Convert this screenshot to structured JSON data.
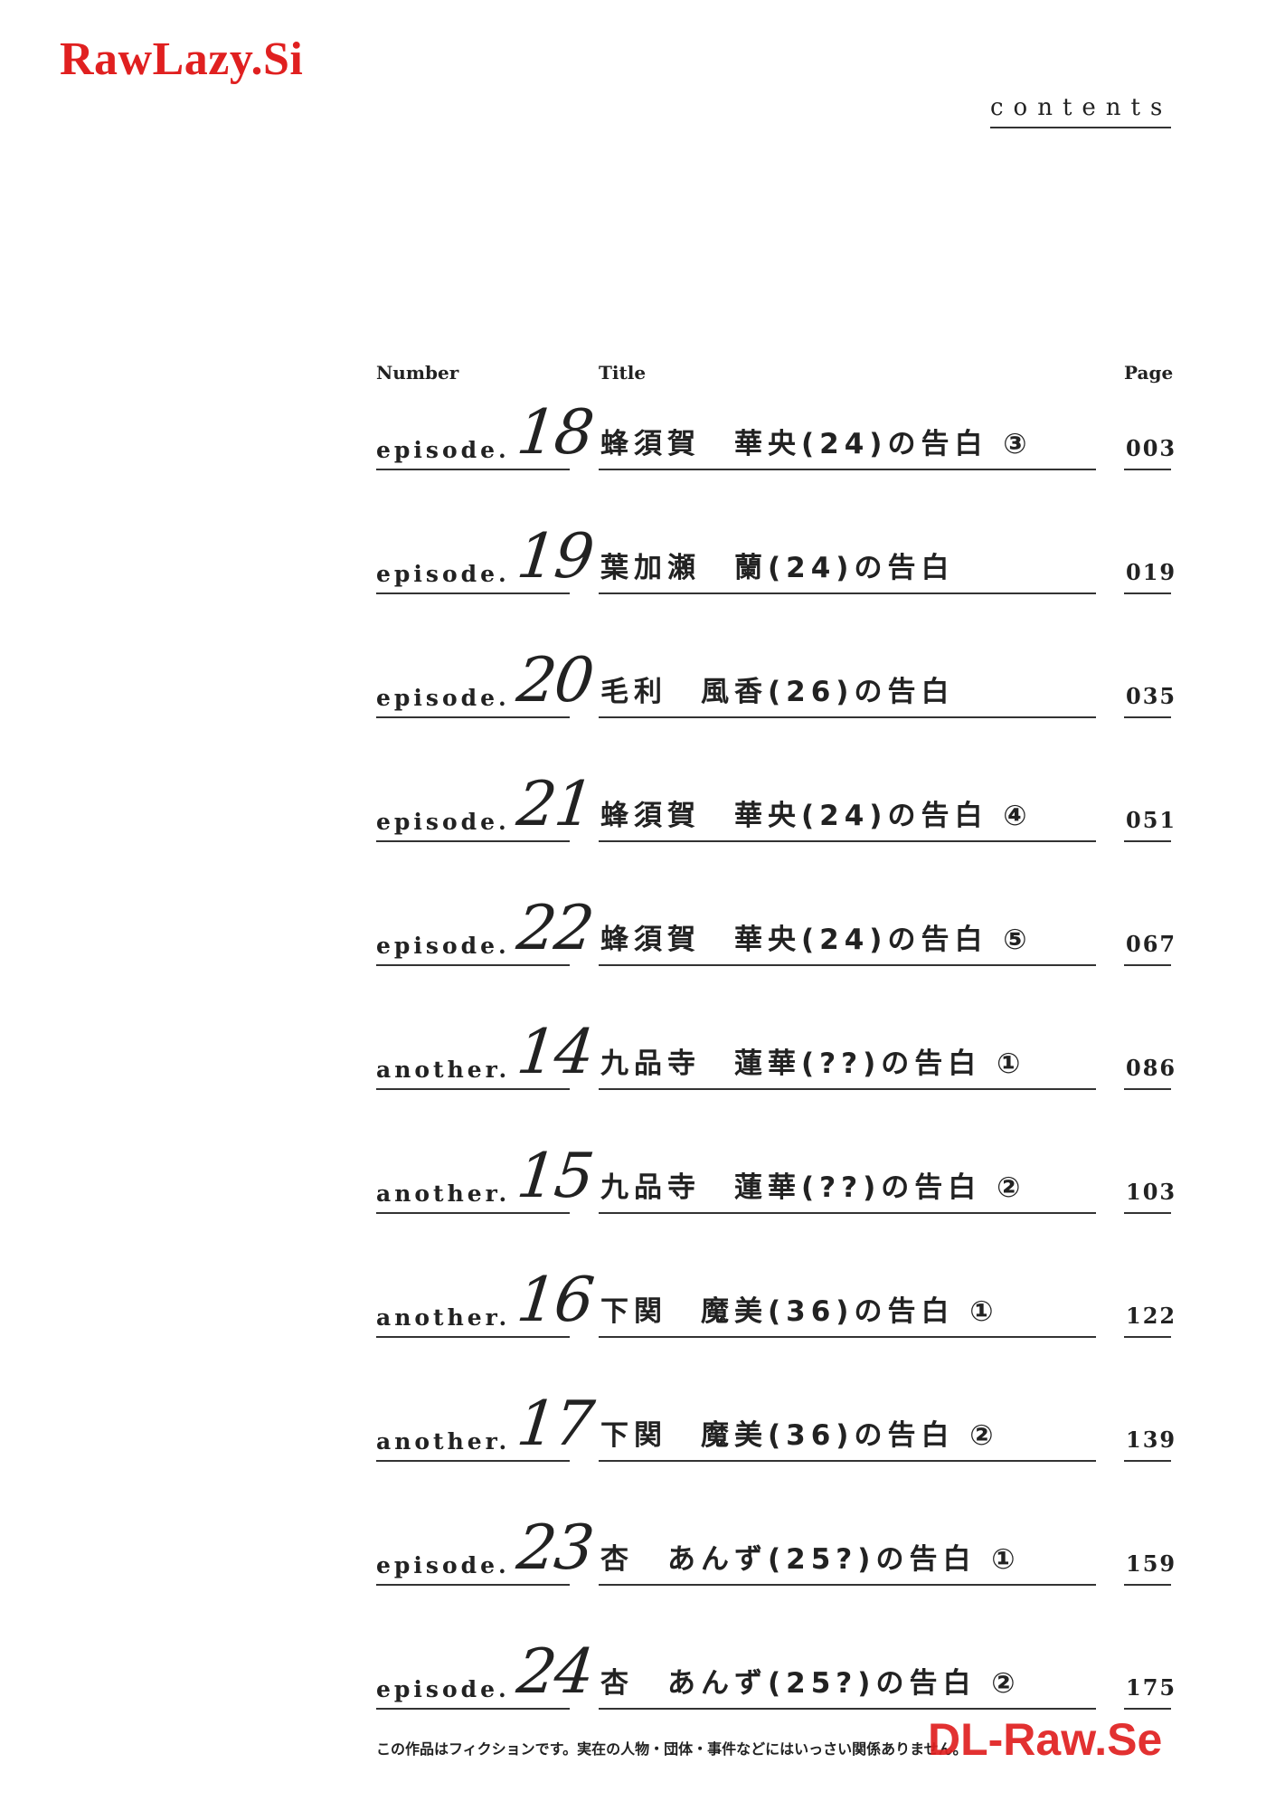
{
  "watermark_top": "RawLazy.Si",
  "watermark_bottom": "DL-Raw.Se",
  "contents_label": "contents",
  "headers": {
    "number": "Number",
    "title": "Title",
    "page": "Page"
  },
  "entries": [
    {
      "label": "episode.",
      "num": "18",
      "title": "蜂須賀　華央(24)の告白 ③",
      "page": "003"
    },
    {
      "label": "episode.",
      "num": "19",
      "title": "葉加瀬　蘭(24)の告白",
      "page": "019"
    },
    {
      "label": "episode.",
      "num": "20",
      "title": "毛利　風香(26)の告白",
      "page": "035"
    },
    {
      "label": "episode.",
      "num": "21",
      "title": "蜂須賀　華央(24)の告白 ④",
      "page": "051"
    },
    {
      "label": "episode.",
      "num": "22",
      "title": "蜂須賀　華央(24)の告白 ⑤",
      "page": "067"
    },
    {
      "label": "another.",
      "num": "14",
      "title": "九品寺　蓮華(??)の告白 ①",
      "page": "086"
    },
    {
      "label": "another.",
      "num": "15",
      "title": "九品寺　蓮華(??)の告白 ②",
      "page": "103"
    },
    {
      "label": "another.",
      "num": "16",
      "title": "下関　魔美(36)の告白 ①",
      "page": "122"
    },
    {
      "label": "another.",
      "num": "17",
      "title": "下関　魔美(36)の告白 ②",
      "page": "139"
    },
    {
      "label": "episode.",
      "num": "23",
      "title": "杏　あんず(25?)の告白 ①",
      "page": "159"
    },
    {
      "label": "episode.",
      "num": "24",
      "title": "杏　あんず(25?)の告白 ②",
      "page": "175"
    }
  ],
  "disclaimer": "この作品はフィクションです。実在の人物・団体・事件などにはいっさい関係ありません。"
}
